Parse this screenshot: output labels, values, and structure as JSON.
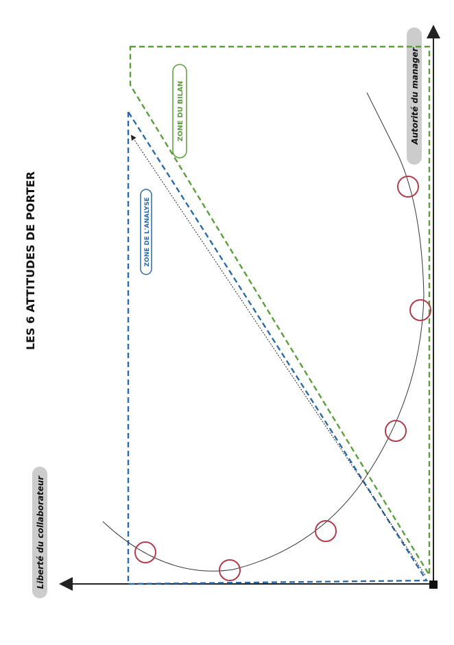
{
  "title": "LES 6 ATTITUDES DE PORTER",
  "axes": {
    "manager_label": "Autorité du manager",
    "collaborator_label": "Liberté du collaborateur"
  },
  "zones": {
    "analyse_label": "ZONE DE L'ANALYSE",
    "bilan_label": "ZONE DU BILAN"
  },
  "colors": {
    "analyse": "#2a6aaa",
    "bilan": "#5a9e3a",
    "circles": "#b33a4a",
    "axis": "#222222",
    "pill": "#cccccc"
  },
  "attitude_markers": 6
}
